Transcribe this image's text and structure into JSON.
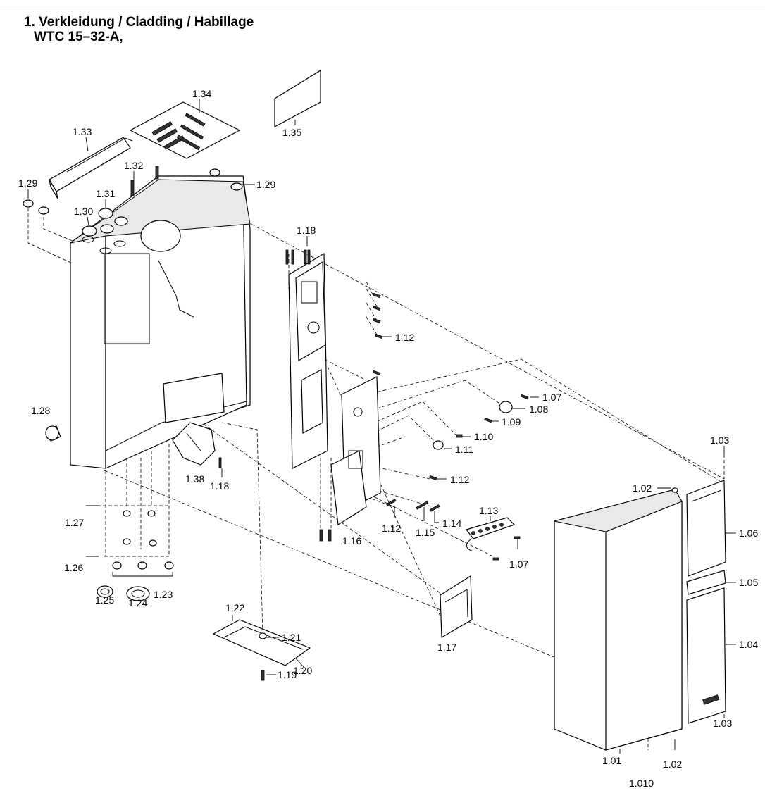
{
  "document": {
    "title_line1": "1. Verkleidung / Cladding / Habillage",
    "title_line2": "WTC 15–32-A,"
  },
  "callouts": {
    "p101": "1.01",
    "p1010": "1.010",
    "p102a": "1.02",
    "p102b": "1.02",
    "p103a": "1.03",
    "p103b": "1.03",
    "p104": "1.04",
    "p105": "1.05",
    "p106": "1.06",
    "p107a": "1.07",
    "p107b": "1.07",
    "p108": "1.08",
    "p109": "1.09",
    "p110": "1.10",
    "p111": "1.11",
    "p112a": "1.12",
    "p112b": "1.12",
    "p112c": "1.12",
    "p113": "1.13",
    "p114": "1.14",
    "p115": "1.15",
    "p116": "1.16",
    "p117": "1.17",
    "p118a": "1.18",
    "p118b": "1.18",
    "p119": "1.19",
    "p120": "1.20",
    "p121": "1.21",
    "p122": "1.22",
    "p123": "1.23",
    "p124": "1.24",
    "p125": "1.25",
    "p126": "1.26",
    "p127": "1.27",
    "p128": "1.28",
    "p129a": "1.29",
    "p129b": "1.29",
    "p130": "1.30",
    "p131": "1.31",
    "p132": "1.32",
    "p133": "1.33",
    "p134": "1.34",
    "p135": "1.35",
    "p138": "1.38"
  }
}
